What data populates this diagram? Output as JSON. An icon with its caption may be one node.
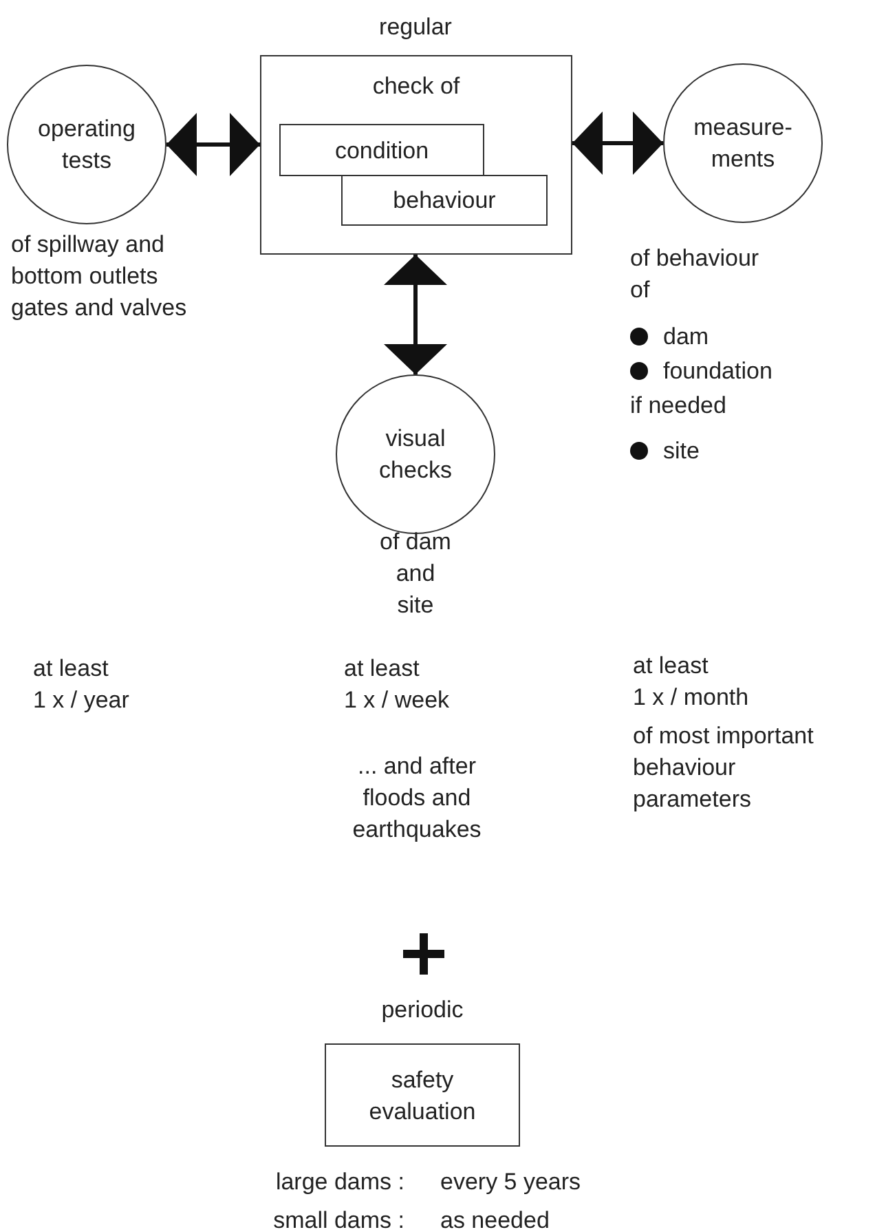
{
  "diagram": {
    "nodes": [
      {
        "text": [
          "check of"
        ]
      },
      {
        "text": [
          "condition"
        ],
        "in": 0
      },
      {
        "text": [
          "behaviour"
        ],
        "in": 0
      },
      {
        "text": [
          "operating tests"
        ],
        "beside": [
          "of spillway and bottom outlets gates and valves"
        ]
      },
      {
        "text": [
          "measure-ments"
        ],
        "beside": [
          "of behaviour of",
          "dam",
          "foundation",
          "if needed",
          "site"
        ]
      },
      {
        "text": [
          "visual checks"
        ],
        "beside": [
          "of dam and site"
        ]
      },
      {
        "text": [
          "safety evaluation"
        ]
      }
    ],
    "edges": [
      {
        "from": 3,
        "to": 0,
        "arrow": "both"
      },
      {
        "from": 0,
        "to": 4,
        "arrow": "both"
      },
      {
        "from": 0,
        "to": 5,
        "arrow": "both"
      }
    ],
    "labels": [
      "regular",
      "at least",
      "1 x / year",
      "at least",
      "1 x / week",
      "at least",
      "1 x / month",
      "of most important behaviour parameters",
      "... and after floods and earthquakes",
      "periodic",
      "large dams :",
      "every 5 years",
      "small dams :",
      "as needed"
    ]
  }
}
